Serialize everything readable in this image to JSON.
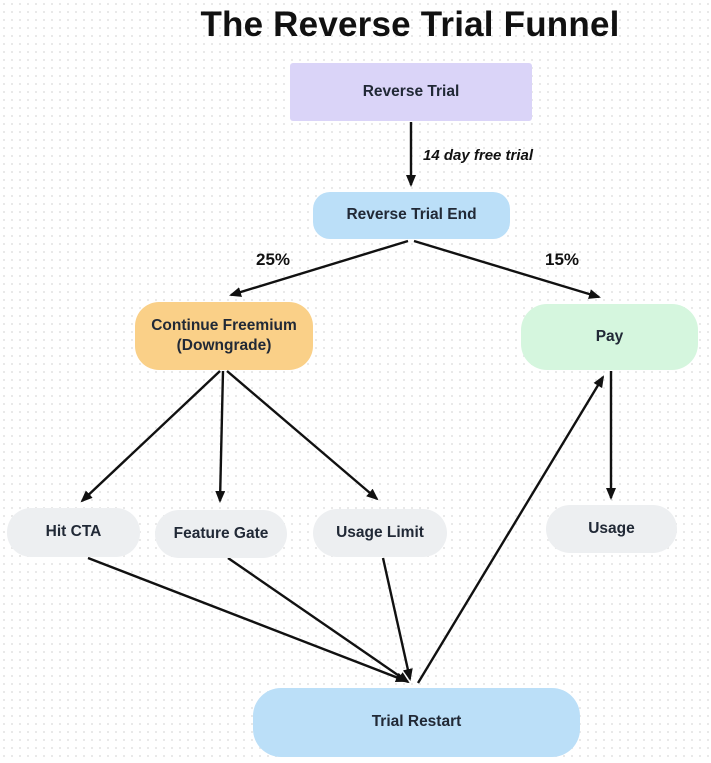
{
  "title": "The Reverse Trial Funnel",
  "nodes": {
    "reverse_trial": {
      "label": "Reverse Trial",
      "color": "#dad4f8"
    },
    "reverse_trial_end": {
      "label": "Reverse Trial End",
      "color": "#bbdff8"
    },
    "continue_freemium": {
      "label": "Continue Freemium (Downgrade)",
      "color": "#fad088"
    },
    "pay": {
      "label": "Pay",
      "color": "#d5f6de"
    },
    "hit_cta": {
      "label": "Hit CTA",
      "color": "#edeff1"
    },
    "feature_gate": {
      "label": "Feature Gate",
      "color": "#edeff1"
    },
    "usage_limit": {
      "label": "Usage Limit",
      "color": "#edeff1"
    },
    "usage": {
      "label": "Usage",
      "color": "#edeff1"
    },
    "trial_restart": {
      "label": "Trial Restart",
      "color": "#bbdff8"
    }
  },
  "edge_labels": {
    "trial_duration": "14 day free trial",
    "pct_freemium": "25%",
    "pct_pay": "15%"
  },
  "connections": [
    {
      "from": "Reverse Trial",
      "to": "Reverse Trial End",
      "label": "14 day free trial"
    },
    {
      "from": "Reverse Trial End",
      "to": "Continue Freemium (Downgrade)",
      "label": "25%"
    },
    {
      "from": "Reverse Trial End",
      "to": "Pay",
      "label": "15%"
    },
    {
      "from": "Continue Freemium (Downgrade)",
      "to": "Hit CTA",
      "label": ""
    },
    {
      "from": "Continue Freemium (Downgrade)",
      "to": "Feature Gate",
      "label": ""
    },
    {
      "from": "Continue Freemium (Downgrade)",
      "to": "Usage Limit",
      "label": ""
    },
    {
      "from": "Pay",
      "to": "Usage",
      "label": ""
    },
    {
      "from": "Hit CTA",
      "to": "Trial Restart",
      "label": ""
    },
    {
      "from": "Feature Gate",
      "to": "Trial Restart",
      "label": ""
    },
    {
      "from": "Usage Limit",
      "to": "Trial Restart",
      "label": ""
    },
    {
      "from": "Trial Restart",
      "to": "Pay",
      "label": ""
    }
  ],
  "palette": {
    "lavender": "#dad4f8",
    "light_blue": "#bbdff8",
    "amber": "#fad088",
    "mint_green": "#d5f6de",
    "light_gray": "#edeff1",
    "arrow": "#111111",
    "background": "#ffffff",
    "dot_grid": "#e9e9e9"
  }
}
